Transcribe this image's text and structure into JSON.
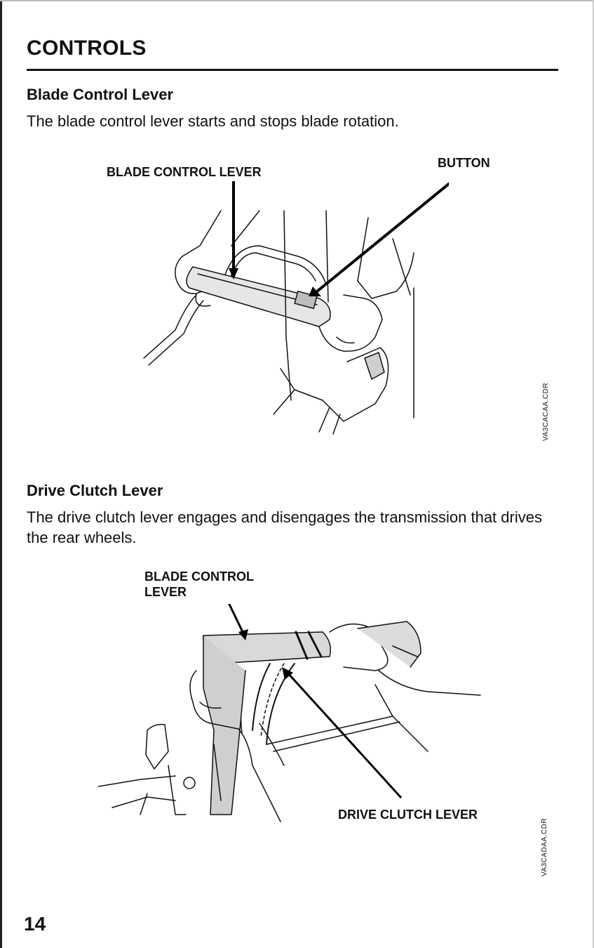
{
  "page": {
    "title": "CONTROLS",
    "page_number": "14"
  },
  "blade_section": {
    "heading": "Blade Control Lever",
    "body": "The blade control lever starts and stops blade rotation.",
    "figure": {
      "callout_lever": "BLADE CONTROL LEVER",
      "callout_button": "BUTTON",
      "code": "VA3CACAA.CDR"
    }
  },
  "drive_section": {
    "heading": "Drive Clutch Lever",
    "body": "The drive clutch lever engages and disengages the transmission that drives the rear wheels.",
    "figure": {
      "callout_blade_line1": "BLADE CONTROL",
      "callout_blade_line2": "LEVER",
      "callout_clutch": "DRIVE CLUTCH LEVER",
      "code": "VA3CADAA.CDR"
    }
  }
}
